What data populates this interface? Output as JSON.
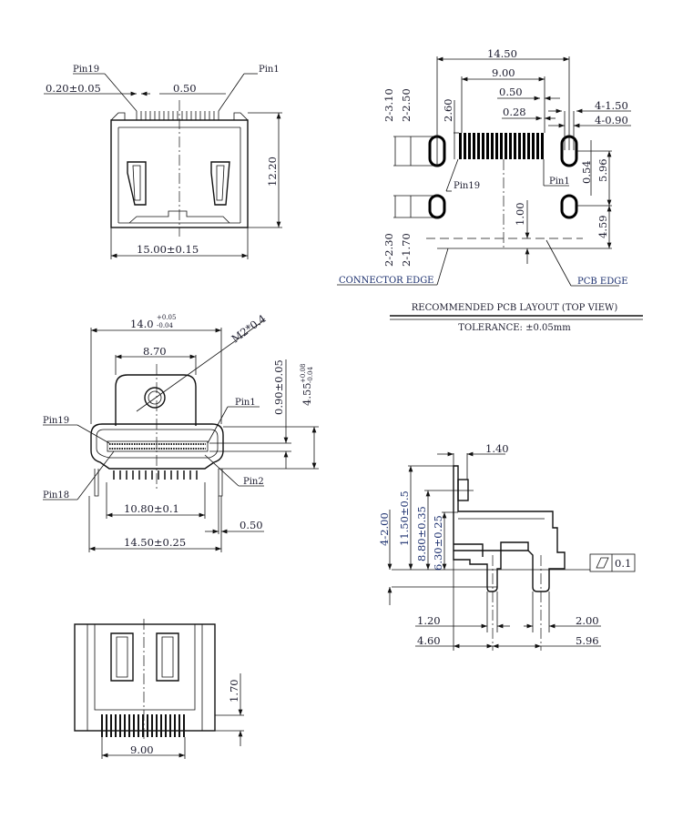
{
  "front_view": {
    "pin19": "Pin19",
    "pin1": "Pin1",
    "pitch_tol": "0.20±0.05",
    "pitch": "0.50",
    "height": "12.20",
    "width": "15.00±0.15"
  },
  "pcb_layout": {
    "overall_width": "14.50",
    "pin_span": "9.00",
    "pitch": "0.50",
    "pad_width": "0.28",
    "slot_len": "4-1.50",
    "slot_w": "4-0.90",
    "front_slot_len": "2-3.10",
    "front_slot_w": "2-2.50",
    "pad_len": "2.60",
    "pin19": "Pin19",
    "pin1": "Pin1",
    "dim_054": "0.54",
    "dim_596": "5.96",
    "dim_459": "4.59",
    "dim_100": "1.00",
    "rear_slot_len": "2-2.30",
    "rear_slot_w": "2-1.70",
    "connector_edge": "CONNECTOR EDGE",
    "pcb_edge": "PCB EDGE",
    "title": "RECOMMENDED PCB LAYOUT (TOP VIEW)",
    "tolerance": "TOLERANCE: ±0.05mm"
  },
  "rear_view": {
    "width": "14.0",
    "width_tol_plus": "+0.05",
    "width_tol_minus": "-0.04",
    "screw": "M2*0.4",
    "tab_width": "8.70",
    "dim_090": "0.90±0.05",
    "dim_455": "4.55",
    "dim_455_plus": "+0.08",
    "dim_455_minus": "-0.04",
    "pin1": "Pin1",
    "pin19": "Pin19",
    "pin18": "Pin18",
    "pin2": "Pin2",
    "inner_width": "10.80±0.1",
    "lead": "0.50",
    "overall": "14.50±0.25"
  },
  "bottom_view": {
    "dim_170": "1.70",
    "dim_900": "9.00"
  },
  "side_view": {
    "dim_140": "1.40",
    "dim_4_200": "4-2.00",
    "dim_1150": "11.50±0.5",
    "dim_880": "8.80±0.35",
    "dim_630": "6.30±0.25",
    "flatness": "0.1",
    "dim_120": "1.20",
    "dim_200": "2.00",
    "dim_460": "4.60",
    "dim_596": "5.96"
  }
}
